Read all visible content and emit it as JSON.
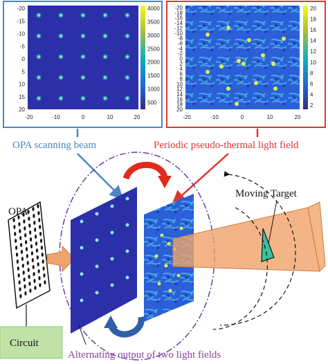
{
  "left_panel": {
    "caption": "OPA scanning beam",
    "y_ticks": [
      "-20",
      "-15",
      "-10",
      "-5",
      "0",
      "5",
      "10",
      "15",
      "20"
    ],
    "x_ticks": [
      "-20",
      "-10",
      "0",
      "10",
      "20"
    ],
    "colorbar_ticks": [
      "4000",
      "3500",
      "3000",
      "2500",
      "2000",
      "1500",
      "1000",
      "500"
    ],
    "frame_color": "#4a86c5"
  },
  "right_panel": {
    "caption": "Periodic pseudo-thermal light field",
    "y_ticks": [
      "-20",
      "-18",
      "-16",
      "-14",
      "-12",
      "-10",
      "-8",
      "-6",
      "-4",
      "-2",
      "0",
      "2",
      "4",
      "6",
      "8",
      "10",
      "12",
      "14",
      "16",
      "18",
      "20"
    ],
    "x_ticks": [
      "-20",
      "-10",
      "0",
      "10",
      "20"
    ],
    "colorbar_ticks": [
      "20",
      "18",
      "16",
      "14",
      "12",
      "10",
      "8",
      "6",
      "4",
      "2"
    ],
    "frame_color": "#e03530"
  },
  "diagram": {
    "opa_label": "OPA",
    "circuit_label": "Circuit",
    "moving_target_label": "Moving Target",
    "alternating_label": "Alternating output of two light fields",
    "colors": {
      "field_blue": "#2b2fa8",
      "beam_orange": "#f0a36a",
      "circuit_green": "#bfe3a6",
      "arrow_red": "#e02a1c",
      "arrow_blue": "#2f5fa8",
      "ellipse_purple": "#6a3fa0",
      "target_teal": "#3dbf9f"
    }
  }
}
